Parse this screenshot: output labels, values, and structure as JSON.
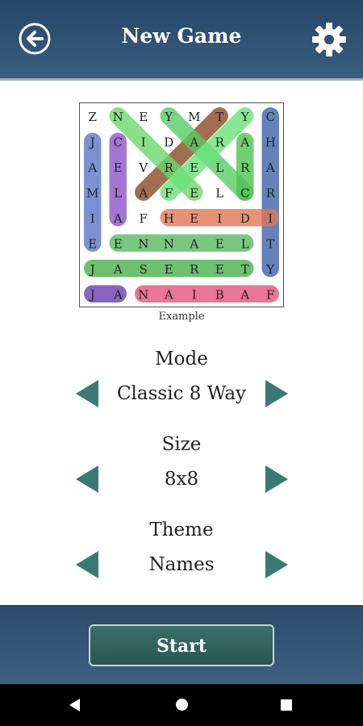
{
  "header": {
    "title": "New Game",
    "back_icon": "back-arrow-circle-icon",
    "settings_icon": "gear-icon"
  },
  "example": {
    "caption": "Example",
    "grid": [
      [
        "Z",
        "N",
        "E",
        "Y",
        "M",
        "T",
        "Y",
        "C"
      ],
      [
        "J",
        "C",
        "I",
        "D",
        "A",
        "R",
        "A",
        "H"
      ],
      [
        "A",
        "E",
        "V",
        "R",
        "E",
        "L",
        "R",
        "A"
      ],
      [
        "M",
        "L",
        "A",
        "F",
        "E",
        "L",
        "C",
        "R"
      ],
      [
        "I",
        "A",
        "F",
        "H",
        "E",
        "I",
        "D",
        "I"
      ],
      [
        "E",
        "E",
        "N",
        "N",
        "A",
        "E",
        "L",
        "T"
      ],
      [
        "J",
        "A",
        "S",
        "E",
        "R",
        "E",
        "T",
        "Y"
      ],
      [
        "J",
        "A",
        "N",
        "A",
        "I",
        "B",
        "A",
        "F"
      ]
    ],
    "highlights": [
      {
        "color": "#5b78c8",
        "from": [
          1,
          0
        ],
        "to": [
          5,
          0
        ]
      },
      {
        "color": "#8f55c6",
        "from": [
          1,
          1
        ],
        "to": [
          4,
          1
        ]
      },
      {
        "color": "#3f62a8",
        "from": [
          0,
          7
        ],
        "to": [
          6,
          7
        ]
      },
      {
        "color": "#8a4a26",
        "from": [
          3,
          2
        ],
        "to": [
          0,
          5
        ]
      },
      {
        "color": "#6bd96f",
        "from": [
          0,
          1
        ],
        "to": [
          3,
          4
        ]
      },
      {
        "color": "#58cc66",
        "from": [
          0,
          3
        ],
        "to": [
          3,
          6
        ]
      },
      {
        "color": "#6be27a",
        "from": [
          3,
          3
        ],
        "to": [
          0,
          6
        ]
      },
      {
        "color": "#4fc24f",
        "from": [
          1,
          6
        ],
        "to": [
          3,
          6
        ]
      },
      {
        "color": "#e07856",
        "from": [
          4,
          3
        ],
        "to": [
          4,
          7
        ]
      },
      {
        "color": "#5aba60",
        "from": [
          5,
          1
        ],
        "to": [
          5,
          6
        ]
      },
      {
        "color": "#4ab04a",
        "from": [
          6,
          0
        ],
        "to": [
          6,
          6
        ]
      },
      {
        "color": "#6e3fb0",
        "from": [
          7,
          0
        ],
        "to": [
          7,
          1
        ]
      },
      {
        "color": "#e3557e",
        "from": [
          7,
          2
        ],
        "to": [
          7,
          7
        ]
      }
    ]
  },
  "options": {
    "mode": {
      "label": "Mode",
      "value": "Classic 8 Way"
    },
    "size": {
      "label": "Size",
      "value": "8x8"
    },
    "theme": {
      "label": "Theme",
      "value": "Names"
    }
  },
  "footer": {
    "start_label": "Start"
  },
  "colors": {
    "header_bg": "#2f5173",
    "arrow": "#3a7a75",
    "start_bg": "#2f5e5a"
  }
}
